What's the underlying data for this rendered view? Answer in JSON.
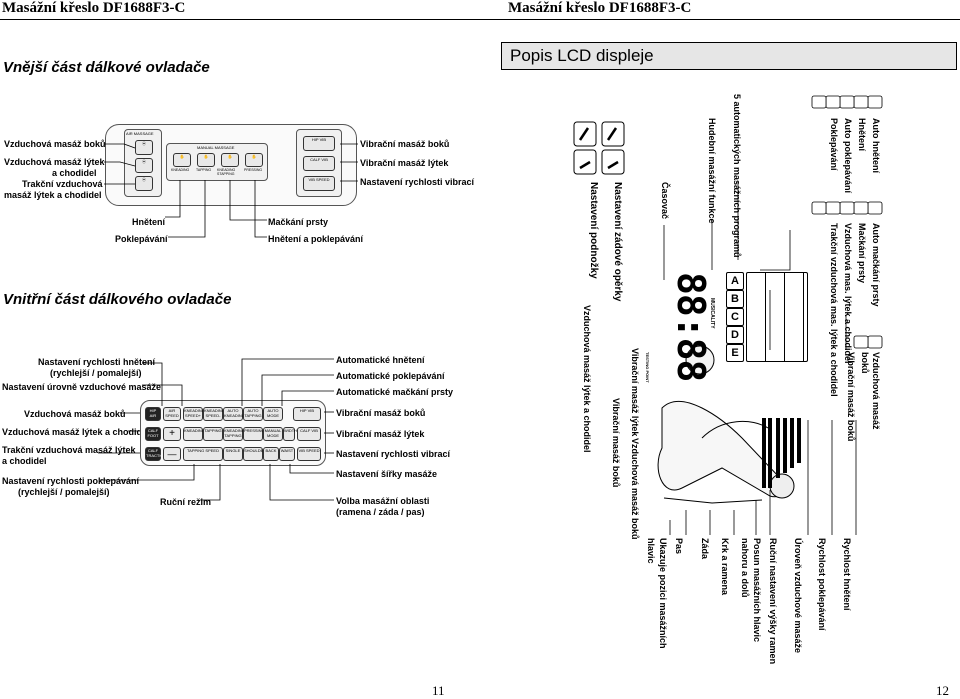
{
  "header": {
    "left_title": "Masážní křeslo DF1688F3-C",
    "right_title": "Masážní křeslo DF1688F3-C"
  },
  "left": {
    "section_outer": "Vnější část dálkové ovladače",
    "section_inner": "Vnitřní část dálkového ovladače",
    "outer_labels": {
      "air_waist": "Vzduchová masáž boků",
      "air_calf": "Vzduchová masáž lýtek",
      "air_calf2": "a chodidel",
      "traction": "Trakční vzduchová",
      "traction2": "masáž lýtek a chodidel",
      "kneading": "Hnětení",
      "tapping": "Poklepávání",
      "vib_waist": "Vibrační masáž boků",
      "vib_calf": "Vibrační masáž lýtek",
      "vib_speed": "Nastavení rychlosti vibrací",
      "shiatsu": "Mačkání prsty",
      "knead_tap": "Hnětení a poklepávání"
    },
    "outer_buttons": {
      "air_massage": "AIR MASSAGE",
      "manual_massage": "MANUAL MASSAGE",
      "b_kneading": "KNEADING",
      "b_tapping": "TAPPING",
      "b_knead_step": "KNEADING STAPPING",
      "b_pressing": "PRESSING",
      "vib_hip": "HIP VIB",
      "vib_calf": "CALF VIB",
      "vib_speed": "VIB SPEED"
    },
    "inner_labels": {
      "l1a": "Nastavení rychlosti hnětení",
      "l1b": "(rychlejší / pomalejší)",
      "l2": "Nastavení úrovně vzduchové masáže",
      "l3": "Vzduchová masáž boků",
      "l4": "Vzduchová masáž lýtek a chodidel",
      "l5a": "Trakční vzduchová masáž lýtek",
      "l5b": "a chodidel",
      "l6a": "Nastavení rychlosti poklepávání",
      "l6b": "(rychlejší / pomalejší)",
      "manual": "Ruční režim",
      "r1": "Automatické hnětení",
      "r2": "Automatické poklepávání",
      "r3": "Automatické mačkání prsty",
      "r4": "Vibrační masáž boků",
      "r5": "Vibrační masáž lýtek",
      "r6": "Nastavení rychlosti vibrací",
      "r7": "Nastavení šířky masáže",
      "r8a": "Volba masážní oblasti",
      "r8b": "(ramena / záda / pas)"
    },
    "inner_buttons": {
      "hip_air": "HIP AIR",
      "air_speed": "AIR SPEED",
      "kneading_speed_up": "KNEADING SPEED+",
      "kneading_speed_down": "KNEADING SPEED-",
      "auto_kneading": "AUTO KNEADING",
      "auto_tapping": "AUTO TAPPING",
      "auto_mode": "AUTO MODE",
      "calf_foot": "CALF FOOT",
      "kneading": "KNEADING",
      "tapping": "TAPPING",
      "knead_tapping": "KNEADING TAPPING",
      "pressing": "PRESSING",
      "manual_mode": "MANUAL MODE",
      "width": "WIDTH",
      "calf_traction": "CALF TRACTION",
      "tapping_speed": "TAPPING SPEED",
      "single": "SINGLE",
      "shoulder": "SHOULDER",
      "back": "BACK",
      "waist": "WAIST",
      "hip_vib": "HIP VIB",
      "calf_vib": "CALF VIB",
      "vib_speed": "VIB SPEED",
      "plus": "+",
      "minus": "—"
    },
    "page_number": "11"
  },
  "right": {
    "section_title": "Popis LCD displeje",
    "top_labels": {
      "c1a": "Auto hnětení",
      "c1b": "Hnětení",
      "c1c": "Auto poklepávání",
      "c1d": "Poklepávání",
      "c2a": "Auto mačkání prsty",
      "c2b": "Mačkání prsty",
      "c2c": "Vzduchová mas. lýtek a chodidel",
      "c2d": "Trakční vzduchová mas. lýtek a chodidel",
      "c3a": "Vzduchová masáž",
      "c3b": "boků",
      "c3c": "Vibrační masáž boků"
    },
    "mid_labels": {
      "programs": "5 automatických masážních programů",
      "music": "Hudební masážní funkce",
      "timer": "Časovač",
      "backrest": "Nastavení zádové opěrky",
      "footrest": "Nastavení podnožky",
      "air_calf": "Vzduchová masáž lýtek a chodidel",
      "vib_calf": "Vibrační masáž lýtek",
      "vib_waist": "Vibrační masáž boků",
      "air_waist": "Vzduchová masáž boků"
    },
    "bottom_labels": {
      "b1": "Rychlost hnětení",
      "b2": "Rychlost poklepávání",
      "b3": "Úroveň vzduchové masáže",
      "b4": "Ruční nastavení výšky ramen",
      "b5a": "Posun masážních hlavic",
      "b5b": "nahoru a dolů",
      "b6": "Krk a ramena",
      "b7": "Záda",
      "b8": "Pas",
      "b9a": "Ukazuje pozici masážních",
      "b9b": "hlavic"
    },
    "lcd": {
      "programs": [
        "A",
        "B",
        "C",
        "D",
        "E"
      ],
      "time": "88:88",
      "music": "MUSICALITY",
      "testing": "TESTING POINT"
    },
    "page_number": "12"
  }
}
